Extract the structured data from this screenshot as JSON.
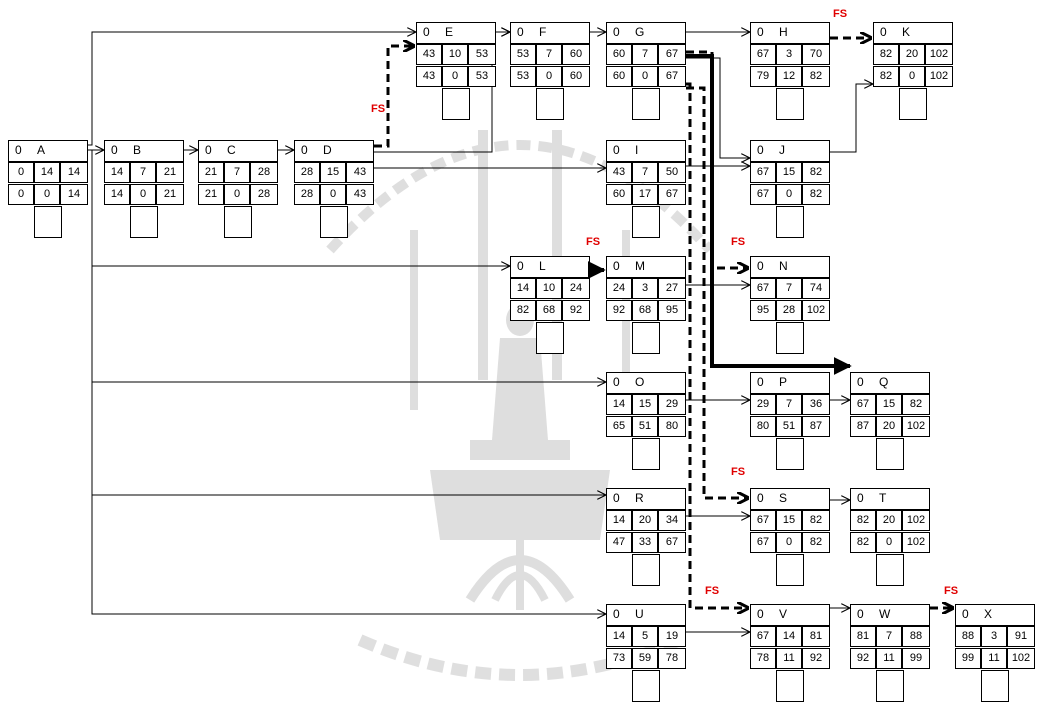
{
  "nodes": [
    {
      "id": "A",
      "head": "0",
      "grid": [
        [
          "0",
          "14",
          "14"
        ],
        [
          "0",
          "0",
          "14"
        ]
      ]
    },
    {
      "id": "B",
      "head": "0",
      "grid": [
        [
          "14",
          "7",
          "21"
        ],
        [
          "14",
          "0",
          "21"
        ]
      ]
    },
    {
      "id": "C",
      "head": "0",
      "grid": [
        [
          "21",
          "7",
          "28"
        ],
        [
          "21",
          "0",
          "28"
        ]
      ]
    },
    {
      "id": "D",
      "head": "0",
      "grid": [
        [
          "28",
          "15",
          "43"
        ],
        [
          "28",
          "0",
          "43"
        ]
      ]
    },
    {
      "id": "E",
      "head": "0",
      "grid": [
        [
          "43",
          "10",
          "53"
        ],
        [
          "43",
          "0",
          "53"
        ]
      ]
    },
    {
      "id": "F",
      "head": "0",
      "grid": [
        [
          "53",
          "7",
          "60"
        ],
        [
          "53",
          "0",
          "60"
        ]
      ]
    },
    {
      "id": "G",
      "head": "0",
      "grid": [
        [
          "60",
          "7",
          "67"
        ],
        [
          "60",
          "0",
          "67"
        ]
      ]
    },
    {
      "id": "H",
      "head": "0",
      "grid": [
        [
          "67",
          "3",
          "70"
        ],
        [
          "79",
          "12",
          "82"
        ]
      ]
    },
    {
      "id": "K",
      "head": "0",
      "grid": [
        [
          "82",
          "20",
          "102"
        ],
        [
          "82",
          "0",
          "102"
        ]
      ]
    },
    {
      "id": "I",
      "head": "0",
      "grid": [
        [
          "43",
          "7",
          "50"
        ],
        [
          "60",
          "17",
          "67"
        ]
      ]
    },
    {
      "id": "J",
      "head": "0",
      "grid": [
        [
          "67",
          "15",
          "82"
        ],
        [
          "67",
          "0",
          "82"
        ]
      ]
    },
    {
      "id": "L",
      "head": "0",
      "grid": [
        [
          "14",
          "10",
          "24"
        ],
        [
          "82",
          "68",
          "92"
        ]
      ]
    },
    {
      "id": "M",
      "head": "0",
      "grid": [
        [
          "24",
          "3",
          "27"
        ],
        [
          "92",
          "68",
          "95"
        ]
      ]
    },
    {
      "id": "N",
      "head": "0",
      "grid": [
        [
          "67",
          "7",
          "74"
        ],
        [
          "95",
          "28",
          "102"
        ]
      ]
    },
    {
      "id": "O",
      "head": "0",
      "grid": [
        [
          "14",
          "15",
          "29"
        ],
        [
          "65",
          "51",
          "80"
        ]
      ]
    },
    {
      "id": "P",
      "head": "0",
      "grid": [
        [
          "29",
          "7",
          "36"
        ],
        [
          "80",
          "51",
          "87"
        ]
      ]
    },
    {
      "id": "Q",
      "head": "0",
      "grid": [
        [
          "67",
          "15",
          "82"
        ],
        [
          "87",
          "20",
          "102"
        ]
      ]
    },
    {
      "id": "R",
      "head": "0",
      "grid": [
        [
          "14",
          "20",
          "34"
        ],
        [
          "47",
          "33",
          "67"
        ]
      ]
    },
    {
      "id": "S",
      "head": "0",
      "grid": [
        [
          "67",
          "15",
          "82"
        ],
        [
          "67",
          "0",
          "82"
        ]
      ]
    },
    {
      "id": "T",
      "head": "0",
      "grid": [
        [
          "82",
          "20",
          "102"
        ],
        [
          "82",
          "0",
          "102"
        ]
      ]
    },
    {
      "id": "U",
      "head": "0",
      "grid": [
        [
          "14",
          "5",
          "19"
        ],
        [
          "73",
          "59",
          "78"
        ]
      ]
    },
    {
      "id": "V",
      "head": "0",
      "grid": [
        [
          "67",
          "14",
          "81"
        ],
        [
          "78",
          "11",
          "92"
        ]
      ]
    },
    {
      "id": "W",
      "head": "0",
      "grid": [
        [
          "81",
          "7",
          "88"
        ],
        [
          "92",
          "11",
          "99"
        ]
      ]
    },
    {
      "id": "X",
      "head": "0",
      "grid": [
        [
          "88",
          "3",
          "91"
        ],
        [
          "99",
          "11",
          "102"
        ]
      ]
    }
  ],
  "links": [
    {
      "from": "A",
      "to": "B",
      "kind": "solid"
    },
    {
      "from": "B",
      "to": "C",
      "kind": "solid"
    },
    {
      "from": "C",
      "to": "D",
      "kind": "solid"
    },
    {
      "from": "A",
      "to": "E",
      "kind": "solid"
    },
    {
      "from": "D",
      "to": "E",
      "kind": "dashed",
      "label": "FS"
    },
    {
      "from": "D",
      "to": "F",
      "kind": "solid"
    },
    {
      "from": "E",
      "to": "F",
      "kind": "solid"
    },
    {
      "from": "F",
      "to": "G",
      "kind": "solid"
    },
    {
      "from": "G",
      "to": "H",
      "kind": "solid"
    },
    {
      "from": "H",
      "to": "K",
      "kind": "dashed",
      "label": "FS"
    },
    {
      "from": "J",
      "to": "K",
      "kind": "solid"
    },
    {
      "from": "D",
      "to": "I",
      "kind": "solid"
    },
    {
      "from": "I",
      "to": "J",
      "kind": "solid"
    },
    {
      "from": "G",
      "to": "J",
      "kind": "solid"
    },
    {
      "from": "A",
      "to": "L",
      "kind": "solid"
    },
    {
      "from": "L",
      "to": "M",
      "kind": "bold",
      "label": "FS"
    },
    {
      "from": "M",
      "to": "N",
      "kind": "solid"
    },
    {
      "from": "G",
      "to": "N",
      "kind": "dashed",
      "label": "FS"
    },
    {
      "from": "A",
      "to": "O",
      "kind": "solid"
    },
    {
      "from": "O",
      "to": "P",
      "kind": "solid"
    },
    {
      "from": "P",
      "to": "Q",
      "kind": "solid"
    },
    {
      "from": "G",
      "to": "Q",
      "kind": "bold"
    },
    {
      "from": "A",
      "to": "R",
      "kind": "solid"
    },
    {
      "from": "R",
      "to": "S",
      "kind": "solid"
    },
    {
      "from": "G",
      "to": "S",
      "kind": "dashed",
      "label": "FS"
    },
    {
      "from": "S",
      "to": "T",
      "kind": "solid"
    },
    {
      "from": "A",
      "to": "U",
      "kind": "solid"
    },
    {
      "from": "G",
      "to": "V",
      "kind": "dashed",
      "label": "FS"
    },
    {
      "from": "U",
      "to": "V",
      "kind": "solid"
    },
    {
      "from": "V",
      "to": "W",
      "kind": "solid"
    },
    {
      "from": "W",
      "to": "X",
      "kind": "dashed",
      "label": "FS"
    }
  ],
  "colors": {
    "line": "#000000",
    "fs_label": "#e00000",
    "watermark": "#d6d6d6"
  },
  "watermark_icon": "university-seal-watermark"
}
